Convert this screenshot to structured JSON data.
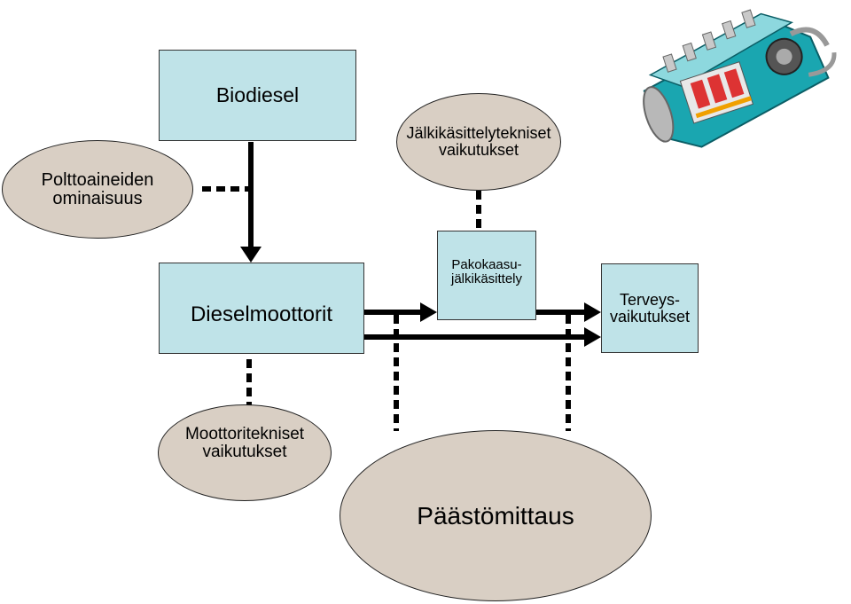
{
  "boxes": {
    "biodiesel": "Biodiesel",
    "dieselmoottorit": "Dieselmoottorit",
    "pakokaasu": "Pakokaasu-\njälkikäsittely",
    "terveys": "Terveys-\nvaikutukset"
  },
  "ellipses": {
    "polttoaine": "Polttoaineiden\nominaisuus",
    "jalkikasittely": "Jälkikäsittelytekniset\nvaikutukset",
    "moottoritekniset": "Moottoritekniset\nvaikutukset",
    "paastomittaus": "Päästömittaus"
  },
  "image": {
    "icon": "diesel-engine-cutaway-icon"
  },
  "colors": {
    "box_fill": "#bfe3e8",
    "ellipse_fill": "#d9cfc4",
    "connector": "#000000"
  }
}
